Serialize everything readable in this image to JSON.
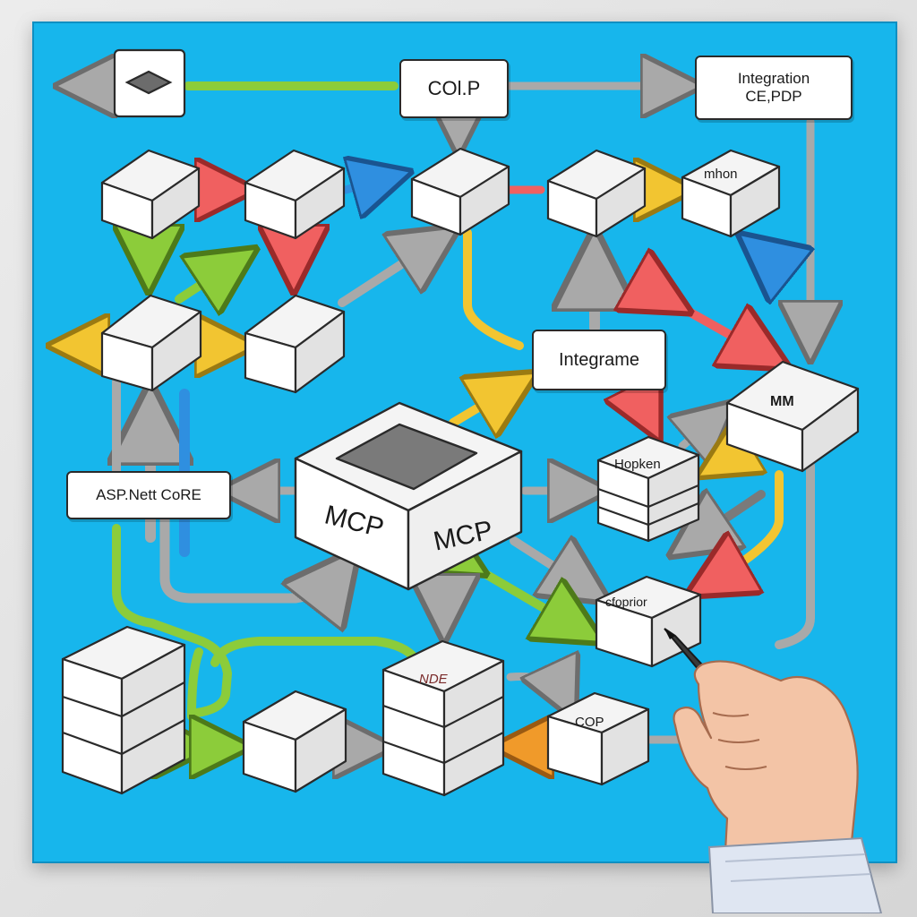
{
  "diagram": {
    "labels": {
      "colp": "COl.P",
      "integration_line1": "Integration",
      "integration_line2": "CE,PDP",
      "mhon": "mhon",
      "integrame": "Integrame",
      "mm": "MM",
      "aspnet": "ASP.Nett CoRE",
      "mcp_left": "MCP",
      "mcp_right": "MCP",
      "hopken": "Hopken",
      "coprior": "cfoprior",
      "nde": "NDE",
      "cop": "COP"
    },
    "colors": {
      "board": "#17b6ec",
      "arrow_green": "#8ccc3a",
      "arrow_red": "#f06060",
      "arrow_yellow": "#f2c531",
      "arrow_blue": "#2f8fe0",
      "arrow_gray": "#a9a9a9",
      "arrow_orange": "#f09a2a"
    }
  }
}
